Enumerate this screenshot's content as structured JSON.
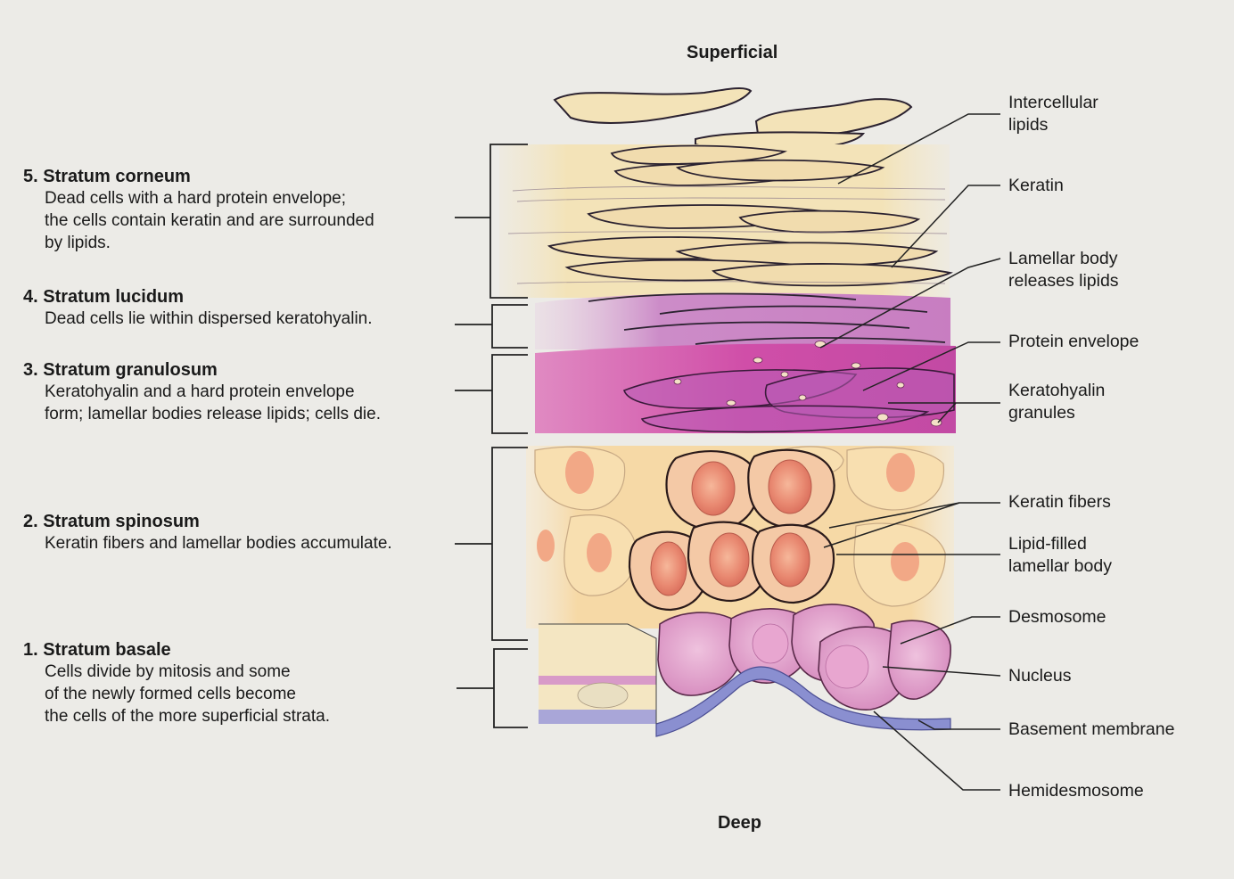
{
  "diagram": {
    "orientation": {
      "top": "Superficial",
      "bottom": "Deep"
    },
    "strata": [
      {
        "id": "corneum",
        "title": "5. Stratum corneum",
        "description": "Dead cells with a hard protein envelope;\nthe cells contain keratin and are surrounded\nby lipids."
      },
      {
        "id": "lucidum",
        "title": "4. Stratum lucidum",
        "description": "Dead cells lie within dispersed keratohyalin."
      },
      {
        "id": "granulosum",
        "title": "3. Stratum granulosum",
        "description": "Keratohyalin and a hard protein envelope\nform; lamellar bodies release lipids; cells die."
      },
      {
        "id": "spinosum",
        "title": "2. Stratum spinosum",
        "description": "Keratin fibers and lamellar bodies accumulate."
      },
      {
        "id": "basale",
        "title": "1. Stratum basale",
        "description": "Cells divide by mitosis and some\nof the newly formed cells become\nthe cells of the more superficial strata."
      }
    ],
    "callouts": [
      {
        "id": "intercellular-lipids",
        "text": "Intercellular\nlipids"
      },
      {
        "id": "keratin",
        "text": "Keratin"
      },
      {
        "id": "lamellar-body-releases-lipids",
        "text": "Lamellar body\nreleases lipids"
      },
      {
        "id": "protein-envelope",
        "text": "Protein envelope"
      },
      {
        "id": "keratohyalin-granules",
        "text": "Keratohyalin\ngranules"
      },
      {
        "id": "keratin-fibers",
        "text": "Keratin fibers"
      },
      {
        "id": "lipid-filled-lamellar-body",
        "text": "Lipid-filled\nlamellar body"
      },
      {
        "id": "desmosome",
        "text": "Desmosome"
      },
      {
        "id": "nucleus",
        "text": "Nucleus"
      },
      {
        "id": "basement-membrane",
        "text": "Basement membrane"
      },
      {
        "id": "hemidesmosome",
        "text": "Hemidesmosome"
      }
    ],
    "colors": {
      "corneum": "#f3e3b8",
      "lucidum": "#cc8cc8",
      "granulosum": "#d04ea8",
      "spinosum_cell": "#f6d9a6",
      "spinosum_nucleus": "#ea8c74",
      "basale_cell": "#da98c4",
      "basement_membrane": "#8a8fd0"
    }
  }
}
